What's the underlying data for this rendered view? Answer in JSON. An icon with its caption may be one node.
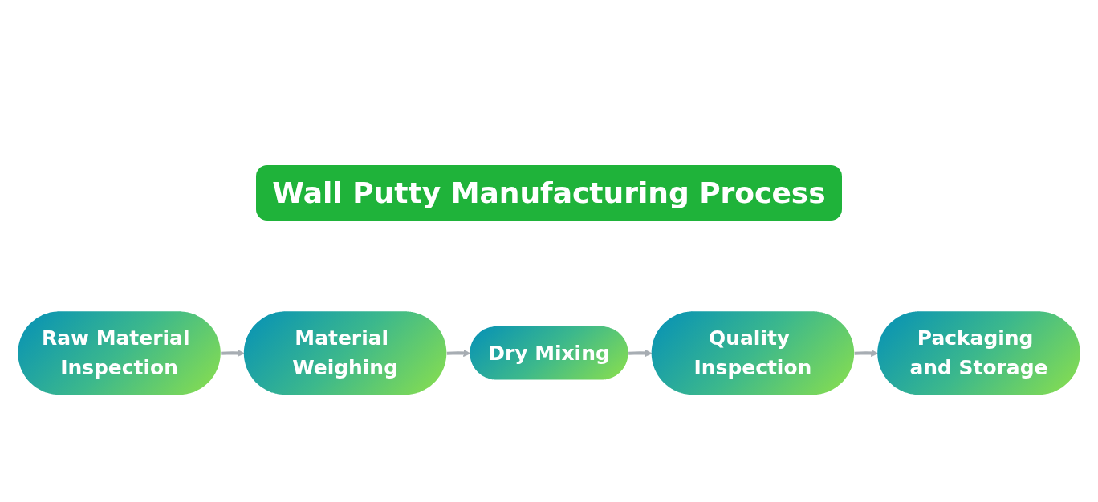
{
  "diagram": {
    "title": "Wall Putty Manufacturing Process",
    "nodes": [
      {
        "text": [
          "Raw Material Inspection"
        ]
      },
      {
        "text": [
          "Material Weighing"
        ]
      },
      {
        "text": [
          "Dry Mixing"
        ]
      },
      {
        "text": [
          "Quality Inspection"
        ]
      },
      {
        "text": [
          "Packaging and Storage"
        ]
      }
    ],
    "edges": [
      {
        "from": 0,
        "to": 1,
        "arrow": "to"
      },
      {
        "from": 1,
        "to": 2,
        "arrow": "to"
      },
      {
        "from": 2,
        "to": 3,
        "arrow": "to"
      },
      {
        "from": 3,
        "to": 4,
        "arrow": "to"
      }
    ]
  }
}
